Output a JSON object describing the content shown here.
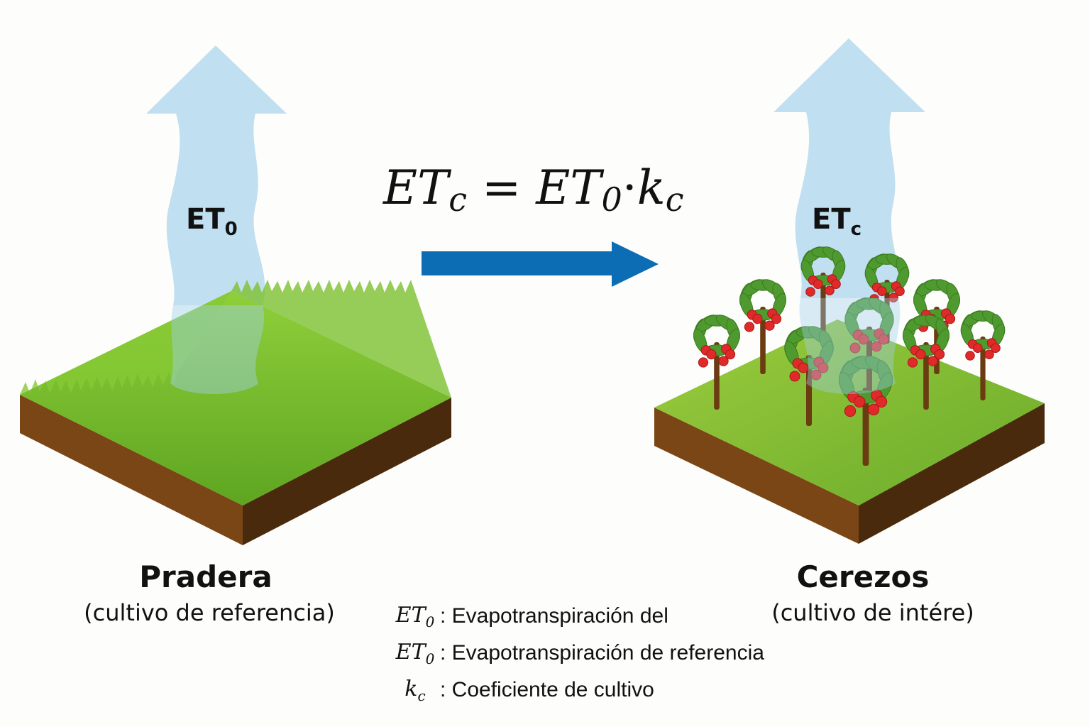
{
  "formula": {
    "lhs_var": "ET",
    "lhs_sub": "c",
    "rhs_var": "ET",
    "rhs_sub": "0",
    "dot": "·",
    "coef_var": "k",
    "coef_sub": "c"
  },
  "left": {
    "arrow_label_main": "ET",
    "arrow_label_sub": "0",
    "title": "Pradera",
    "subtitle": "(cultivo de referencia)"
  },
  "right": {
    "arrow_label_main": "ET",
    "arrow_label_sub": "c",
    "title": "Cerezos",
    "subtitle": "(cultivo de intére)"
  },
  "legend": [
    {
      "sym": "ET",
      "sub": "0",
      "text": ": Evapotranspiración del"
    },
    {
      "sym": "ET",
      "sub": "0",
      "text": ": Evapotranspiración de referencia"
    },
    {
      "sym": "k",
      "sub": "c",
      "text": ": Coeficiente de cultivo"
    }
  ],
  "colors": {
    "vapor": "#b9dcee",
    "grass": "#6fb42a",
    "soil": "#6b3b12",
    "arrow": "#0d6db4",
    "cherry": "#e02a2a",
    "leaf": "#4f9a2e"
  }
}
